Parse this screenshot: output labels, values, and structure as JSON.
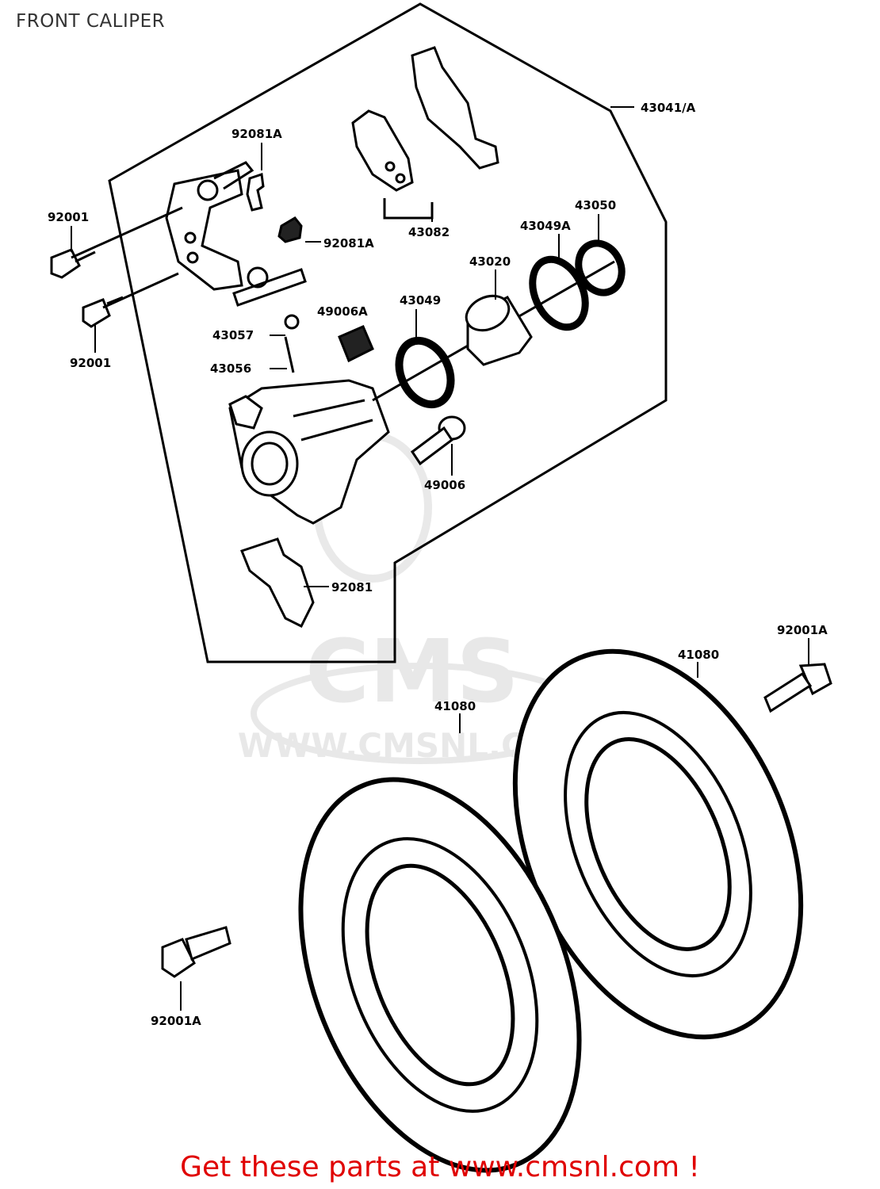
{
  "title": "FRONT CALIPER",
  "footer": {
    "text": "Get these parts at www.cmsnl.com !"
  },
  "watermark": {
    "brand": "CMS",
    "url": "WWW.CMSNL.COM"
  },
  "colors": {
    "footer": "#e00000",
    "lines": "#000000",
    "watermark": "#d8d8d8"
  },
  "labels": {
    "caliper_assy": "43041/A",
    "pad_spring_top": "92081A",
    "pad_spring_mid": "92081A",
    "bolt_upper": "92001",
    "bolt_lower": "92001",
    "pads": "43082",
    "seal_outer": "43050",
    "seal_inner": "43049A",
    "piston": "43020",
    "piston_seal": "43049",
    "bleed_cap": "49006A",
    "bleed_valve": "43057",
    "valve_part": "43056",
    "bleed_bolt": "49006",
    "pad_spring_bottom": "92081",
    "disc_bolt_right": "92001A",
    "disc_right": "41080",
    "disc_left": "41080",
    "disc_bolt_left": "92001A"
  }
}
